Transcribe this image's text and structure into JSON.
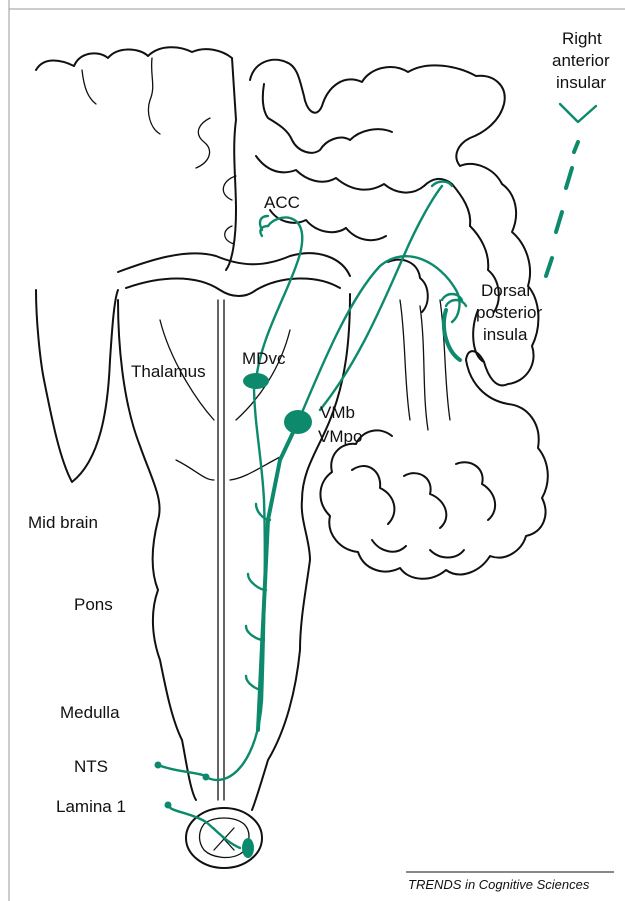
{
  "labels": {
    "right_anterior_insular": [
      "Right",
      "anterior",
      "insular"
    ],
    "acc": "ACC",
    "dorsal_posterior_insula": [
      "Dorsal",
      "posterior",
      "insula"
    ],
    "mdvc": "MDvc",
    "thalamus": "Thalamus",
    "vmb_vmpo": [
      "VMb",
      "VMpo"
    ],
    "mid_brain": "Mid brain",
    "pons": "Pons",
    "medulla": "Medulla",
    "nts": "NTS",
    "lamina_1": "Lamina 1"
  },
  "credit": "TRENDS in Cognitive Sciences",
  "colors": {
    "pathway": "#0d8a6c",
    "outline": "#111111",
    "background": "#ffffff"
  }
}
